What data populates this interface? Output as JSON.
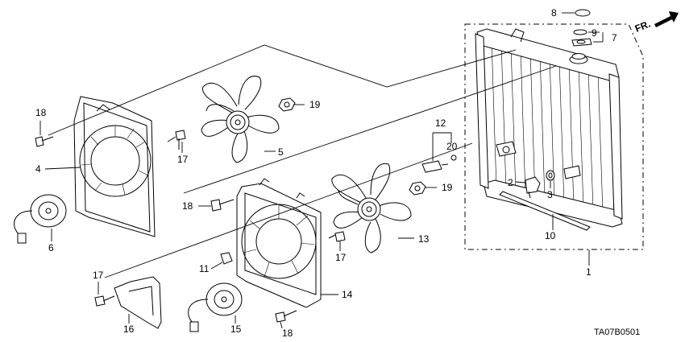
{
  "diagram": {
    "code": "TA07B0501",
    "direction_label": "FR.",
    "callouts": {
      "c1": "1",
      "c2": "2",
      "c3": "3",
      "c4": "4",
      "c5": "5",
      "c6": "6",
      "c7": "7",
      "c8": "8",
      "c9": "9",
      "c10": "10",
      "c11": "11",
      "c12": "12",
      "c13": "13",
      "c14": "14",
      "c15": "15",
      "c16": "16",
      "c17a": "17",
      "c17b": "17",
      "c17c": "17",
      "c18a": "18",
      "c18b": "18",
      "c18c": "18",
      "c19a": "19",
      "c19b": "19",
      "c20": "20"
    }
  }
}
